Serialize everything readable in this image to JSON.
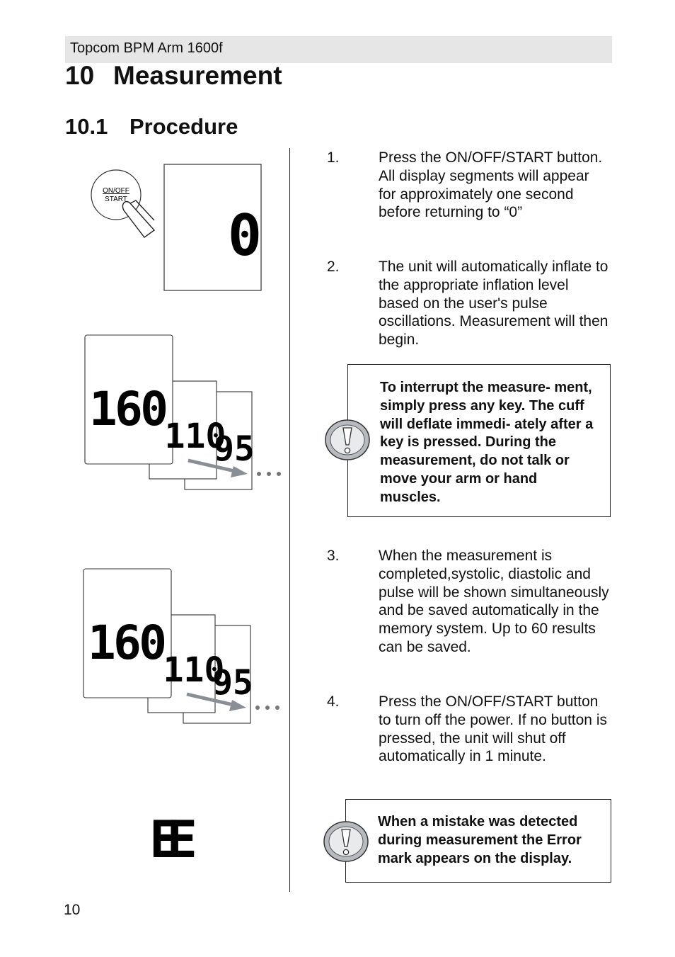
{
  "header": {
    "product": "Topcom BPM Arm 1600f"
  },
  "chapter": {
    "number": "10",
    "title": "Measurement"
  },
  "section": {
    "number": "10.1",
    "title": "Procedure"
  },
  "figures": {
    "button": {
      "line1": "ON/OFF",
      "line2": "START"
    },
    "display_initial": "0",
    "systolic": "160",
    "diastolic": "110",
    "pulse": "95",
    "error": "EE",
    "icons": [
      "hand-press-icon",
      "arrow-right-icon",
      "ellipsis-icon",
      "exclamation-icon"
    ]
  },
  "steps": [
    {
      "number": "1.",
      "text": "Press the ON/OFF/START button. All display segments will appear for approximately one second before returning to “0”"
    },
    {
      "number": "2.",
      "text": "The unit will automatically inflate to the appropriate inflation level based on the user's pulse oscillations. Measurement will then begin."
    },
    {
      "number": "3.",
      "text": "When the measurement is completed,systolic, diastolic and pulse will be shown simultaneously and be saved automatically in the memory system. Up to 60 results can be saved."
    },
    {
      "number": "4.",
      "text": "Press the ON/OFF/START button to turn off the power. If no button is pressed, the unit will shut off automatically in 1 minute."
    }
  ],
  "notes": [
    {
      "text": "To interrupt the measure- ment, simply press any key. The cuff will deflate immedi- ately after a key is pressed. During the measurement, do not talk or move your arm or hand muscles."
    },
    {
      "text": "When a mistake was detected during measurement the Error mark appears on the display."
    }
  ],
  "page_number": "10",
  "colors": {
    "header_bg": "#e6e6e6",
    "arrow": "#8a8f95",
    "warn_fill": "#b7bbbf"
  }
}
